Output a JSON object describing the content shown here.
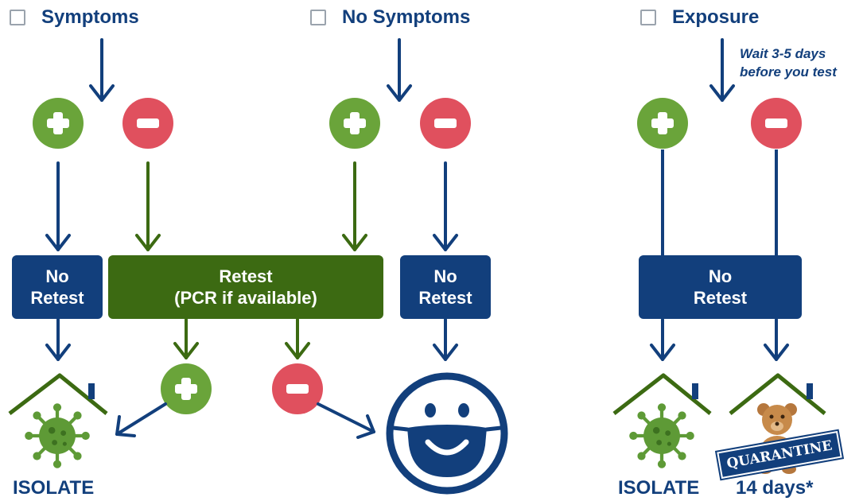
{
  "headers": {
    "symptoms": "Symptoms",
    "no_symptoms": "No Symptoms",
    "exposure": "Exposure"
  },
  "note": {
    "line1": "Wait 3-5 days",
    "line2": "before you test"
  },
  "boxes": {
    "no_retest_line1": "No",
    "no_retest_line2": "Retest",
    "retest_line1": "Retest",
    "retest_line2": "(PCR if available)"
  },
  "outcomes": {
    "isolate": "ISOLATE",
    "days": "14 days*",
    "quarantine": "QUARANTINE"
  },
  "icons": [
    "plus-icon",
    "minus-icon",
    "arrow-down-icon",
    "house-icon",
    "virus-icon",
    "masked-face-icon",
    "teddy-bear-icon",
    "checkbox-icon"
  ],
  "colors": {
    "navy": "#123f7c",
    "dark_green": "#3c6a12",
    "positive_green": "#6aa43a",
    "negative_red": "#e0505e",
    "virus_green": "#5e9a36"
  }
}
